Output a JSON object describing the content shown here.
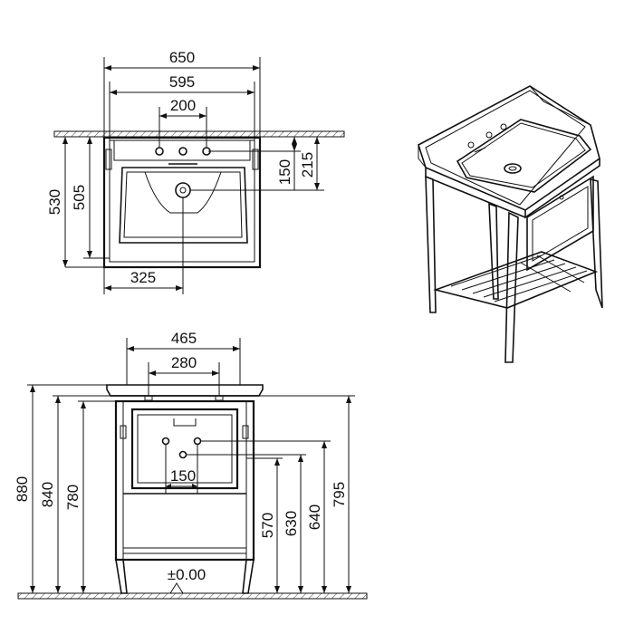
{
  "top_view": {
    "overall_width": "650",
    "inner_width": "595",
    "tap_spacing": "200",
    "total_depth": "530",
    "inner_depth": "505",
    "tap_to_wall": "150",
    "drain_to_wall": "215",
    "drain_offset": "325"
  },
  "front_view": {
    "cabinet_width": "465",
    "tap_hole_spacing": "280",
    "waste_spacing": "150",
    "floor_level": "±0.00",
    "height_overall": "880",
    "height_840": "840",
    "height_780": "780",
    "height_570": "570",
    "height_630": "630",
    "height_640": "640",
    "height_795": "795"
  }
}
